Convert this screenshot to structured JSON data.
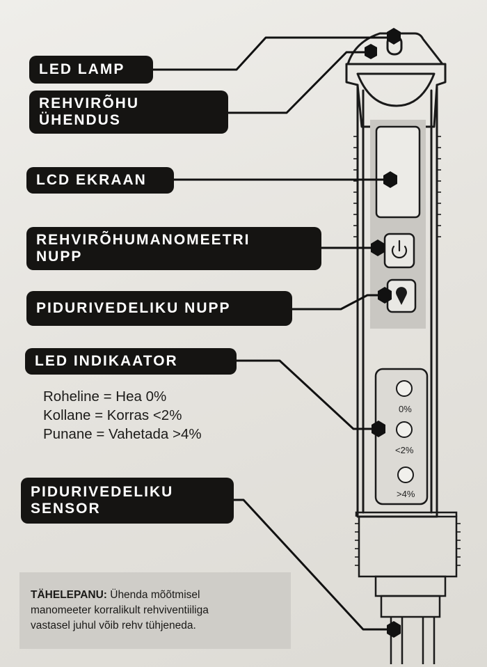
{
  "labels": {
    "led_lamp": "LED LAMP",
    "tire_conn_line1": "REHVIRÕHU",
    "tire_conn_line2": "ÜHENDUS",
    "lcd": "LCD EKRAAN",
    "manometer_line1": "REHVIRÕHUMANOMEETRI",
    "manometer_line2": "NUPP",
    "brake_button": "PIDURIVEDELIKU NUPP",
    "led_indicator": "LED INDIKAATOR",
    "sensor_line1": "PIDURIVEDELIKU",
    "sensor_line2": "SENSOR"
  },
  "legend": {
    "green": "Roheline = Hea 0%",
    "yellow": "Kollane = Korras <2%",
    "red": "Punane = Vahetada >4%"
  },
  "led_marks": [
    "0%",
    "<2%",
    ">4%"
  ],
  "notice": {
    "title": "TÄHELEPANU:",
    "line1_rest": " Ühenda mõõtmisel",
    "line2": "manomeeter korralikult rehviventiiliga",
    "line3": "vastasel juhul võib rehv tühjeneda."
  },
  "colors": {
    "label_bg": "#151412",
    "label_text": "#ffffff",
    "device_line": "#1a1a1a",
    "device_panel": "#c9c7c2",
    "notice_bg": "#cfcdc8"
  },
  "icons": {
    "manometer_button": "power-icon",
    "brake_button": "drop-icon"
  }
}
